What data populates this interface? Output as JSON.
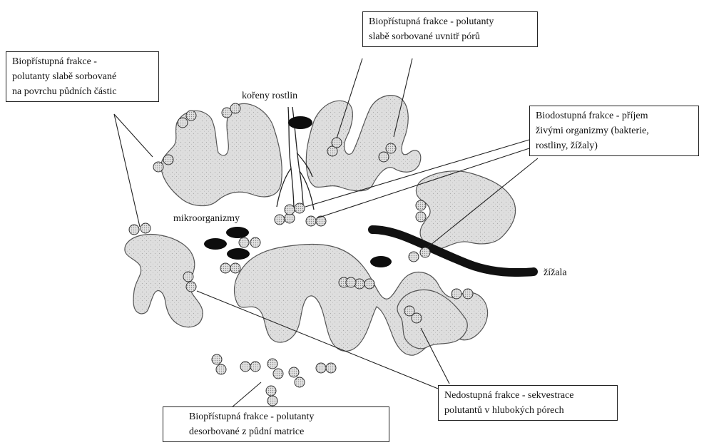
{
  "callouts": {
    "top_left": {
      "line1": "Biopřístupná frakce -",
      "line2": "polutanty slabě sorbované",
      "line3": "na povrchu půdních částic"
    },
    "top_center": {
      "line1": "Biopřístupná frakce - polutanty",
      "line2": "slabě sorbované uvnitř pórů"
    },
    "top_right": {
      "line1": "Biodostupná frakce - příjem",
      "line2": "živými organizmy (bakterie,",
      "line3": "rostliny, žížaly)"
    },
    "bottom_right": {
      "line1": "Nedostupná frakce - sekvestrace",
      "line2": "polutantů v hlubokých pórech"
    },
    "bottom_center": {
      "line1": "Biopřístupná frakce - polutanty",
      "line2": "desorbované z půdní matrice"
    }
  },
  "labels": {
    "roots": "kořeny rostlin",
    "microorganisms": "mikroorganizmy",
    "earthworm": "žížala"
  },
  "colors": {
    "particle_fill": "#dcdcdc",
    "particle_stroke": "#555555",
    "organism": "#0d0d0d",
    "molecule_fill": "#d9d9d9"
  }
}
